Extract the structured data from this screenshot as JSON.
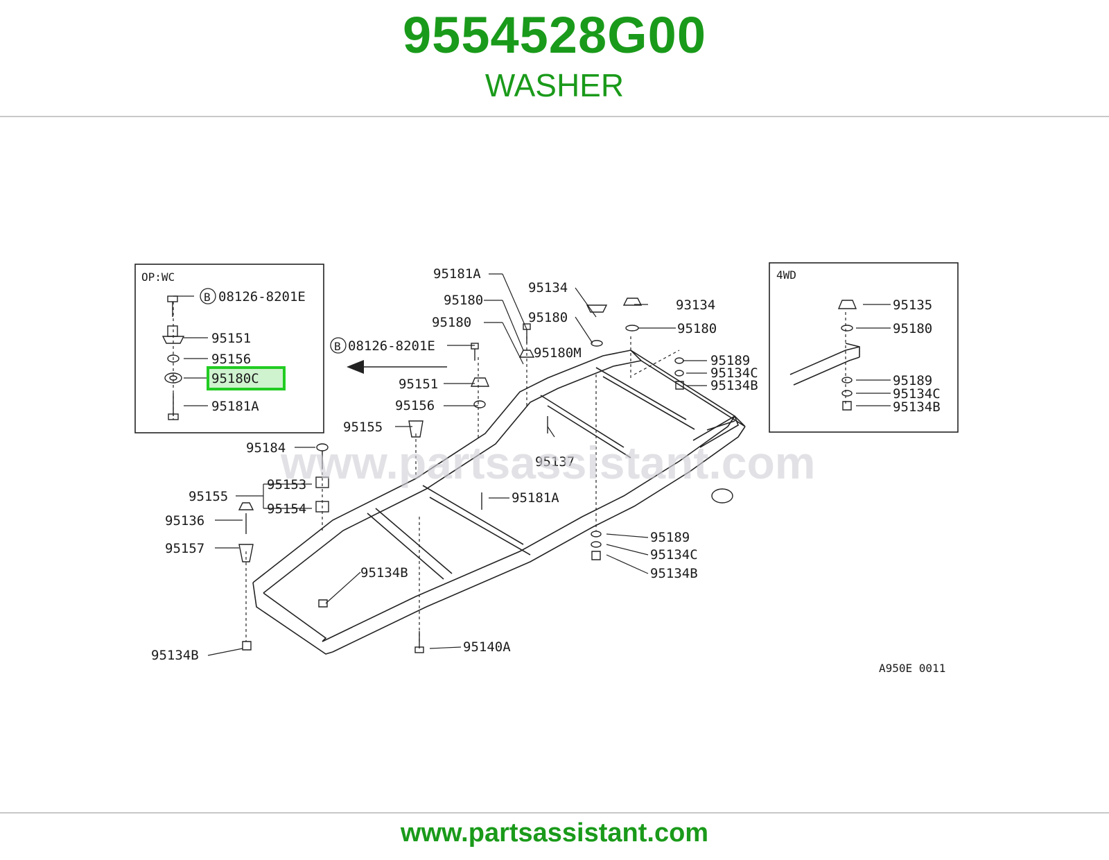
{
  "header": {
    "part_number": "9554528G00",
    "part_name": "WASHER"
  },
  "footer": {
    "url": "www.partsassistant.com"
  },
  "diagram": {
    "watermark": "www.partsassistant.com",
    "figure_code": "A950E 0011",
    "highlight_color": "#22cc22",
    "inset_left": {
      "title": "OP:WC",
      "labels": [
        "08126-8201E",
        "95151",
        "95156",
        "95180C",
        "95181A"
      ],
      "highlighted": "95180C"
    },
    "inset_right": {
      "title": "4WD",
      "labels": [
        "95135",
        "95180",
        "95189",
        "95134C",
        "95134B"
      ]
    },
    "main_labels": {
      "l95181A_top": "95181A",
      "l95134_top": "95134",
      "l93134": "93134",
      "l95180_a": "95180",
      "l95180_b": "95180",
      "l95180_c": "95180",
      "l95180_d": "95180",
      "l08126": "08126-8201E",
      "l95180M": "95180M",
      "l95189_r": "95189",
      "l95134C_r": "95134C",
      "l95134B_r": "95134B",
      "l95151": "95151",
      "l95156": "95156",
      "l95155_a": "95155",
      "l95184": "95184",
      "l95137": "95137",
      "l95153": "95153",
      "l95155_b": "95155",
      "l95154": "95154",
      "l95181A_mid": "95181A",
      "l95136": "95136",
      "l95157": "95157",
      "l95189_b": "95189",
      "l95134C_b": "95134C",
      "l95134B_mid": "95134B",
      "l95134B_b": "95134B",
      "l95134B_left": "95134B",
      "l95140A": "95140A",
      "circle_letter": "B"
    }
  }
}
